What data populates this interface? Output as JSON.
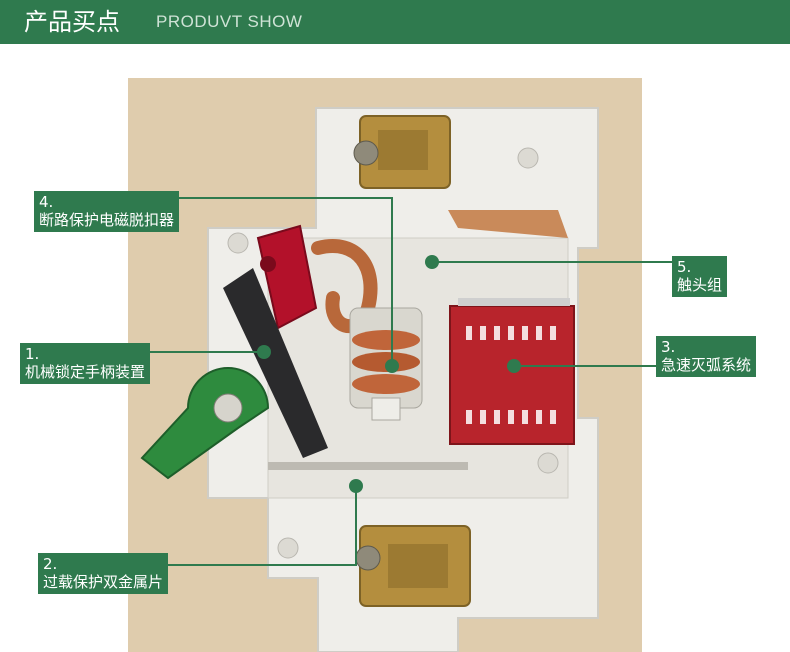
{
  "header": {
    "title": "产品买点",
    "subtitle": "PRODUVT SHOW",
    "bg_color": "#2f7a4e"
  },
  "callouts": [
    {
      "number": "4.",
      "text": "断路保护电磁脱扣器"
    },
    {
      "number": "5.",
      "text": "触头组"
    },
    {
      "number": "1.",
      "text": "机械锁定手柄装置"
    },
    {
      "number": "3.",
      "text": "急速灭弧系统"
    },
    {
      "number": "2.",
      "text": "过载保护双金属片"
    }
  ],
  "colors": {
    "accent": "#2f7a4e",
    "handle_red": "#b3112a",
    "lever_green": "#2e8b3e",
    "arc_chute_red": "#b8242c",
    "copper": "#c0653a",
    "housing": "#efeeea"
  }
}
